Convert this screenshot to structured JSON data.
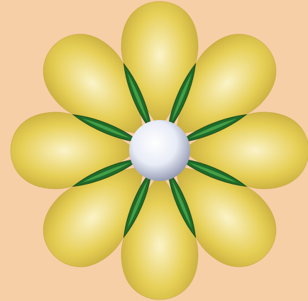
{
  "figure": {
    "background_color": "#f7cfa6",
    "lobe_count": 8,
    "lobe_color": "#e6cf55",
    "lobe_highlight_color": "#fbf3c8",
    "lobe_edge_color": "#bba034",
    "lobe_angles_deg": [
      0,
      45,
      90,
      135,
      180,
      225,
      270,
      315
    ],
    "spoke_color": "#1f6a27",
    "spoke_highlight_color": "#4aa84f",
    "spoke_angles_deg": [
      22.5,
      67.5,
      112.5,
      157.5,
      202.5,
      247.5,
      292.5,
      337.5
    ],
    "core_color": "#e8ecf6",
    "core_shadow_color": "#8f95b0"
  }
}
